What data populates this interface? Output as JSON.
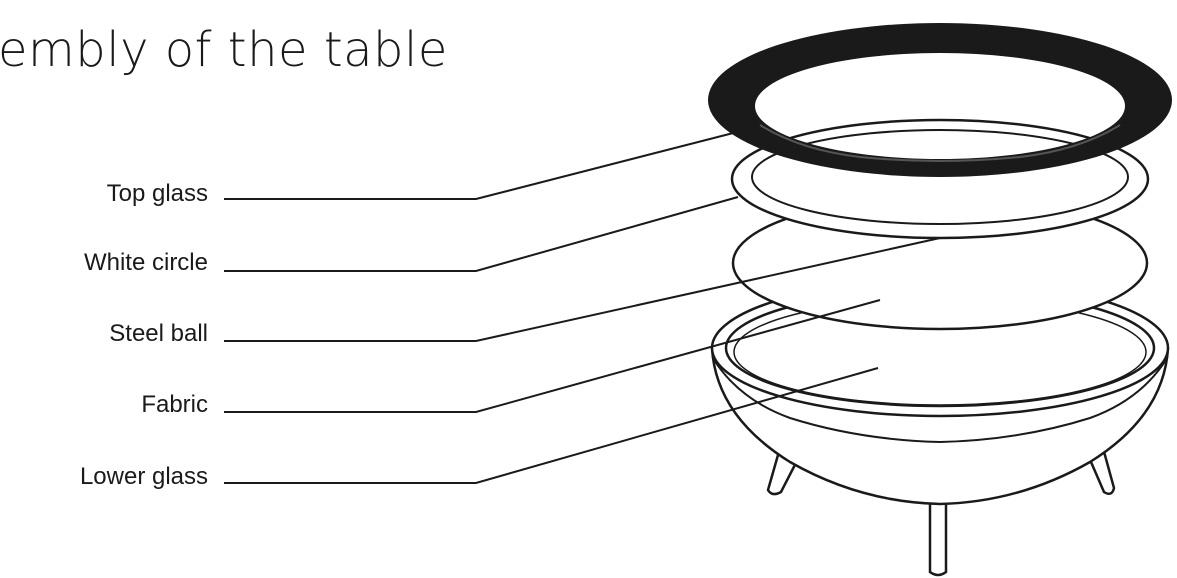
{
  "diagram": {
    "title": "embly of the table",
    "parts": [
      {
        "label": "Top glass"
      },
      {
        "label": "White circle"
      },
      {
        "label": "Steel ball"
      },
      {
        "label": "Fabric"
      },
      {
        "label": "Lower glass"
      }
    ]
  }
}
